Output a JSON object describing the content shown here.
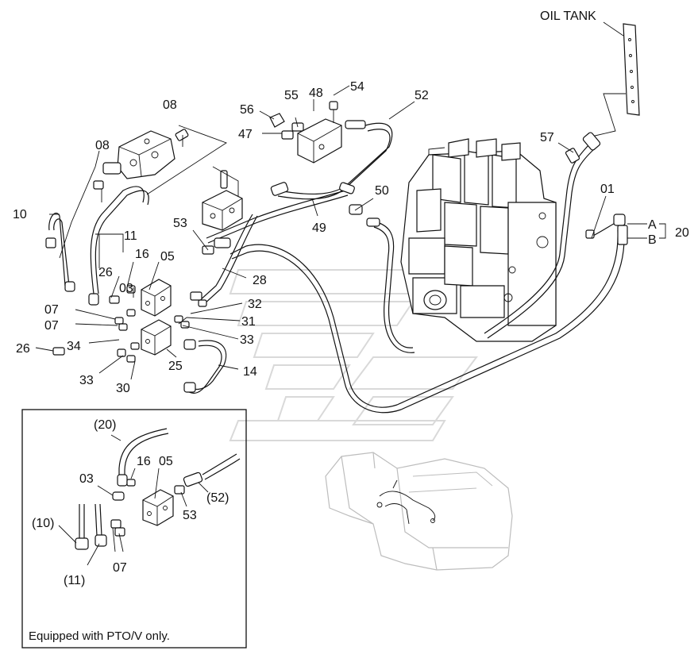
{
  "diagram": {
    "callouts": [
      {
        "id": "oil-tank",
        "text": "OIL TANK"
      },
      {
        "id": "01",
        "text": "01"
      },
      {
        "id": "03",
        "text": "03"
      },
      {
        "id": "05",
        "text": "05"
      },
      {
        "id": "07a",
        "text": "07"
      },
      {
        "id": "07b",
        "text": "07"
      },
      {
        "id": "08a",
        "text": "08"
      },
      {
        "id": "08b",
        "text": "08"
      },
      {
        "id": "10",
        "text": "10"
      },
      {
        "id": "11",
        "text": "11"
      },
      {
        "id": "14",
        "text": "14"
      },
      {
        "id": "16",
        "text": "16"
      },
      {
        "id": "20",
        "text": "20"
      },
      {
        "id": "A",
        "text": "A"
      },
      {
        "id": "B",
        "text": "B"
      },
      {
        "id": "25",
        "text": "25"
      },
      {
        "id": "26a",
        "text": "26"
      },
      {
        "id": "26b",
        "text": "26"
      },
      {
        "id": "28",
        "text": "28"
      },
      {
        "id": "30",
        "text": "30"
      },
      {
        "id": "31",
        "text": "31"
      },
      {
        "id": "32",
        "text": "32"
      },
      {
        "id": "33a",
        "text": "33"
      },
      {
        "id": "33b",
        "text": "33"
      },
      {
        "id": "34",
        "text": "34"
      },
      {
        "id": "47",
        "text": "47"
      },
      {
        "id": "48",
        "text": "48"
      },
      {
        "id": "49",
        "text": "49"
      },
      {
        "id": "50",
        "text": "50"
      },
      {
        "id": "52",
        "text": "52"
      },
      {
        "id": "53",
        "text": "53"
      },
      {
        "id": "54",
        "text": "54"
      },
      {
        "id": "55",
        "text": "55"
      },
      {
        "id": "56",
        "text": "56"
      },
      {
        "id": "57",
        "text": "57"
      }
    ],
    "inset": {
      "callouts": [
        {
          "id": "i20",
          "text": "(20)"
        },
        {
          "id": "i16",
          "text": "16"
        },
        {
          "id": "i05",
          "text": "05"
        },
        {
          "id": "i03",
          "text": "03"
        },
        {
          "id": "i52",
          "text": "(52)"
        },
        {
          "id": "i53",
          "text": "53"
        },
        {
          "id": "i10",
          "text": "(10)"
        },
        {
          "id": "i11",
          "text": "(11)"
        },
        {
          "id": "i07",
          "text": "07"
        }
      ],
      "note": "Equipped with PTO/V only."
    }
  }
}
